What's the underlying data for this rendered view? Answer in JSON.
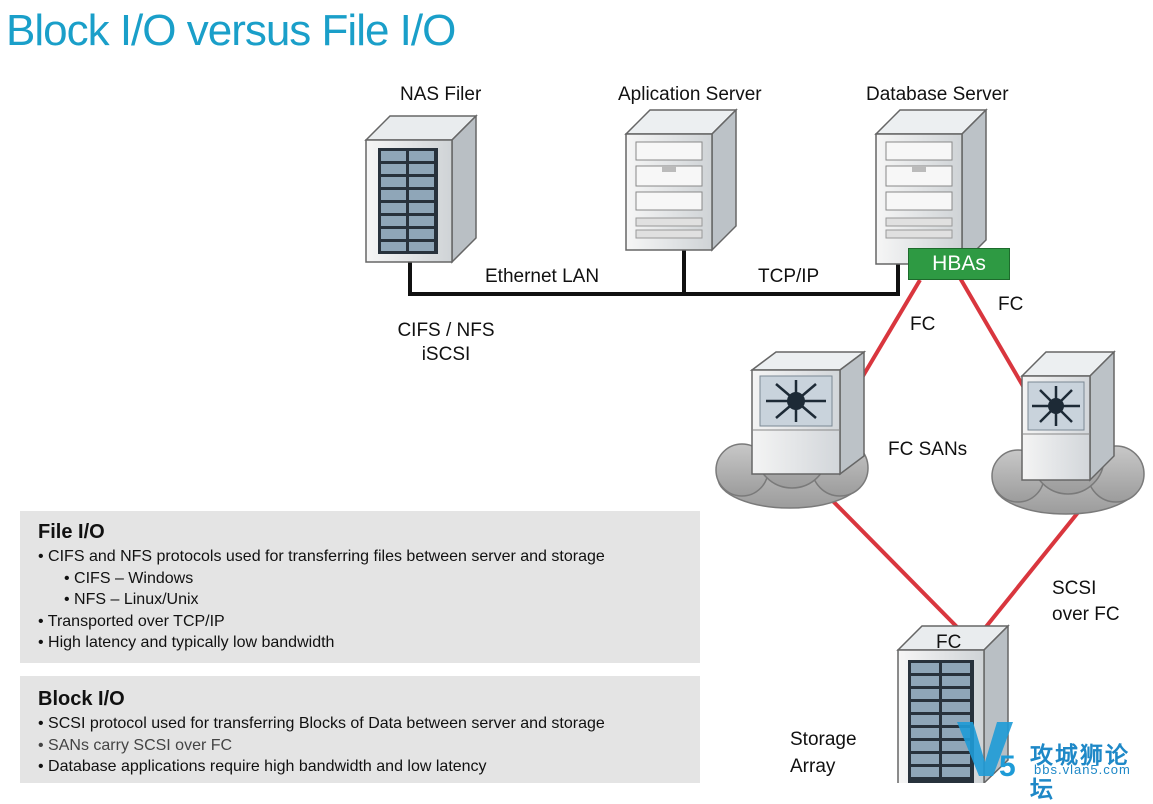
{
  "title": "Block I/O versus File I/O",
  "devices": {
    "nas": "NAS Filer",
    "app": "Aplication Server",
    "db": "Database Server",
    "storage_line1": "Storage",
    "storage_line2": "Array"
  },
  "labels": {
    "ethernet": "Ethernet LAN",
    "tcpip": "TCP/IP",
    "cifs_nfs": "CIFS / NFS",
    "iscsi": "iSCSI",
    "hbas": "HBAs",
    "fc_left": "FC",
    "fc_right": "FC",
    "fc_sans": "FC SANs",
    "scsi_line1": "SCSI",
    "scsi_line2": "over FC",
    "fc_storage": "FC"
  },
  "file_io": {
    "heading": "File I/O",
    "items": [
      "CIFS and NFS protocols used for transferring files between server and storage",
      "CIFS – Windows",
      "NFS – Linux/Unix",
      "Transported over TCP/IP",
      "High latency and typically low bandwidth"
    ]
  },
  "block_io": {
    "heading": "Block I/O",
    "items": [
      "SCSI protocol used for transferring Blocks of Data between server and storage",
      "SANs carry SCSI over FC",
      "Database applications require high bandwidth and low latency"
    ]
  },
  "watermark": {
    "cn": "攻城狮论坛",
    "url": "bbs.vlan5.com"
  },
  "colors": {
    "title": "#1a9fc9",
    "fc_link": "#d9363e",
    "hba": "#2e9a43",
    "box_bg": "#e4e4e4"
  }
}
